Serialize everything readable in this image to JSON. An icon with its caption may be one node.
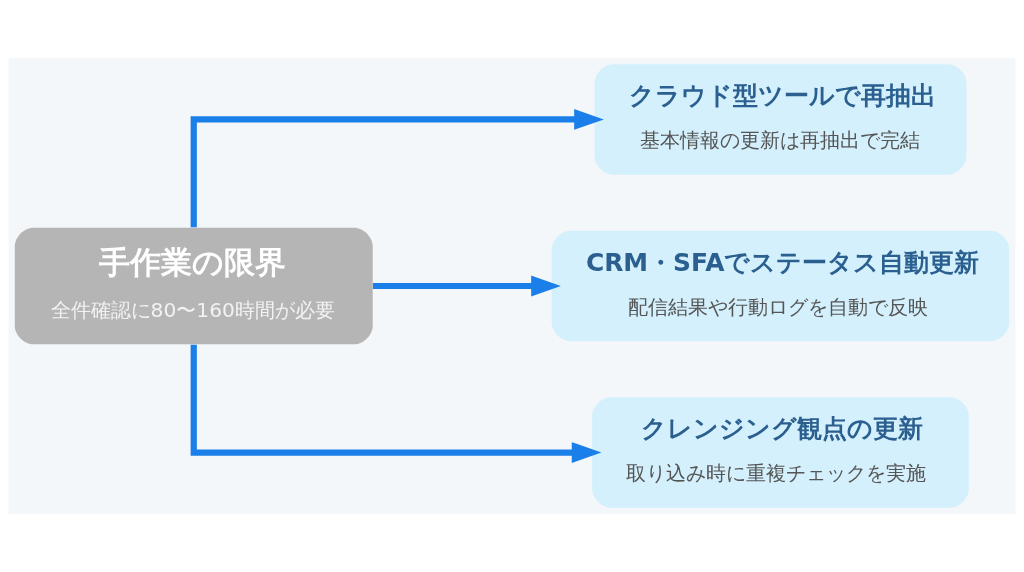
{
  "diagram": {
    "nodes": [
      {
        "text": [
          "手作業の限界",
          "全件確認に80〜160時間が必要"
        ]
      },
      {
        "text": [
          "クラウド型ツールで再抽出",
          "基本情報の更新は再抽出で完結"
        ]
      },
      {
        "text": [
          "CRM・SFAでステータス自動更新",
          "配信結果や行動ログを自動で反映"
        ]
      },
      {
        "text": [
          "クレンジング観点の更新",
          "取り込み時に重複チェックを実施"
        ]
      }
    ],
    "edges": [
      {
        "from": 0,
        "to": 1,
        "arrow": "to"
      },
      {
        "from": 0,
        "to": 2,
        "arrow": "to"
      },
      {
        "from": 0,
        "to": 3,
        "arrow": "to"
      }
    ]
  }
}
